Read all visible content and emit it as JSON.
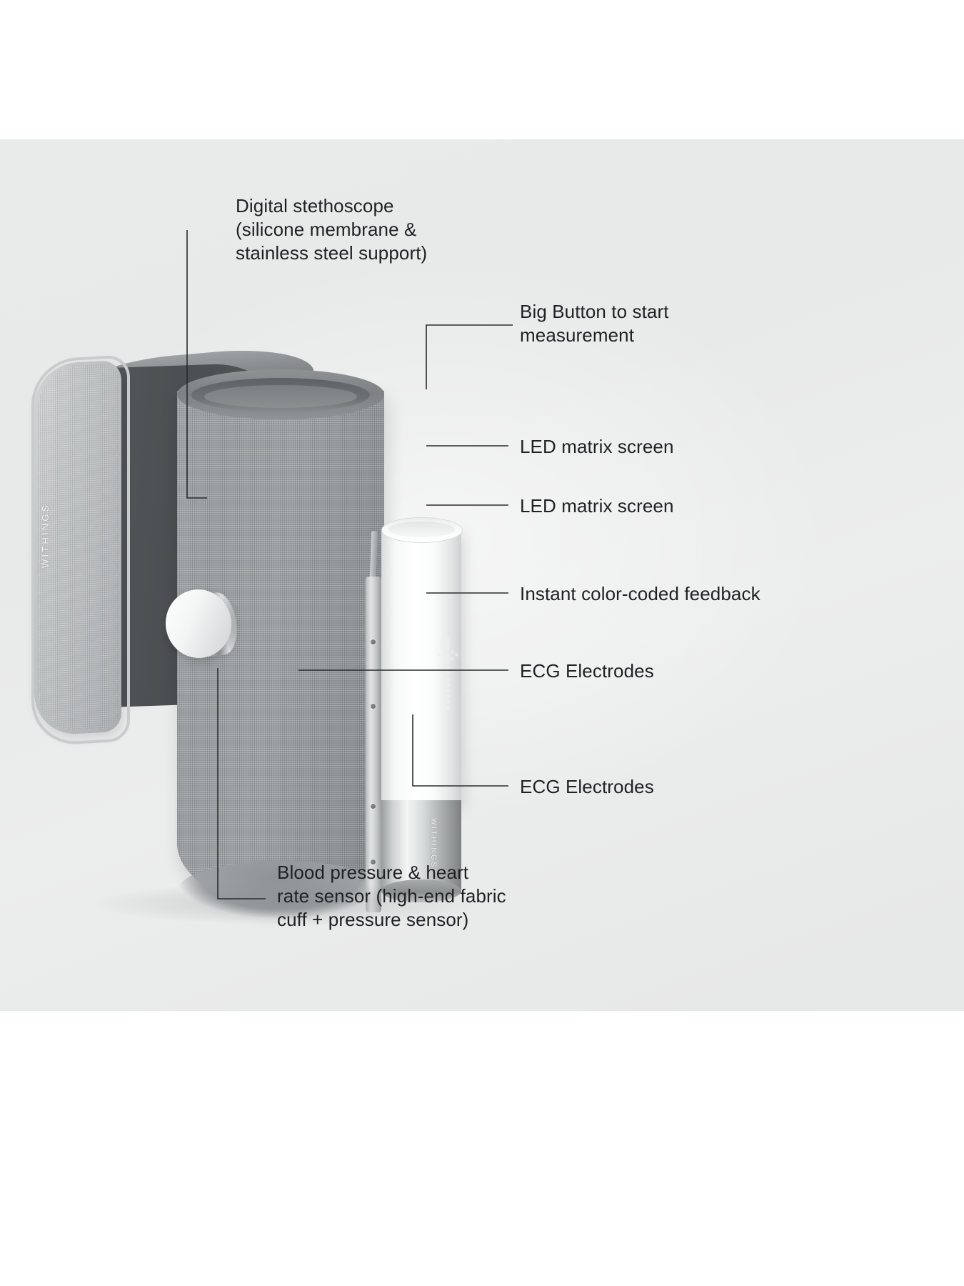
{
  "page": {
    "background_color": "#ffffff",
    "band_color": "#e9eaea",
    "text_color": "#1f2123",
    "leader_color": "#2a2c2e"
  },
  "product": {
    "name": "WITHINGS",
    "cuff_brand_label": "WITHINGS",
    "device_brand_label": "WITHINGS",
    "cuff_fabric_color": "#9ca0a2",
    "cuff_inner_color": "#54585b",
    "device_body_color": "#ffffff",
    "electrode_metal_color": "#c9cccd",
    "led_glyph": "pulse-wave"
  },
  "callouts": [
    {
      "id": "digital-stethoscope",
      "text": "Digital stethoscope\n(silicone membrane &\nstainless steel support)"
    },
    {
      "id": "big-button",
      "text": "Big Button to start\nmeasurement"
    },
    {
      "id": "led-matrix-screen-top",
      "text": "LED matrix screen"
    },
    {
      "id": "led-matrix-screen-bottom",
      "text": "LED matrix screen"
    },
    {
      "id": "instant-feedback",
      "text": "Instant color-coded feedback"
    },
    {
      "id": "ecg-electrodes-upper",
      "text": "ECG Electrodes"
    },
    {
      "id": "ecg-electrodes-lower",
      "text": "ECG Electrodes"
    },
    {
      "id": "blood-pressure-sensor",
      "text": "Blood pressure & heart\nrate sensor (high-end fabric\ncuff + pressure sensor)"
    }
  ]
}
